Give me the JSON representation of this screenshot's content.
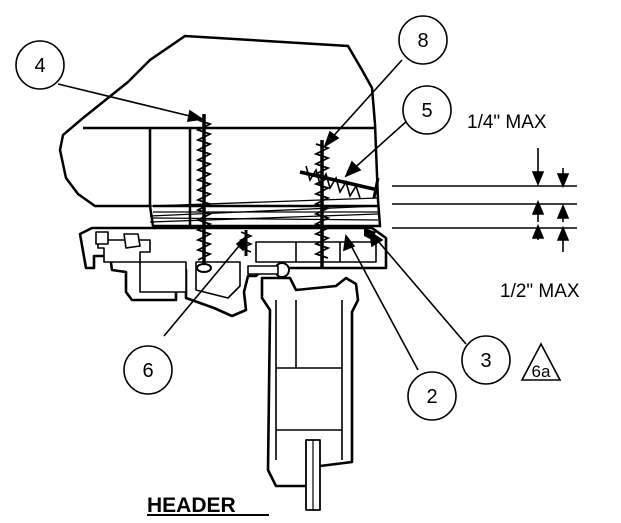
{
  "diagram": {
    "title": "HEADER",
    "dimensions": {
      "top": "1/4\" MAX",
      "bottom": "1/2\" MAX"
    },
    "callouts": {
      "c2": "2",
      "c3": "3",
      "c4": "4",
      "c5": "5",
      "c6": "6",
      "c8": "8"
    },
    "note_triangle": "6a"
  }
}
